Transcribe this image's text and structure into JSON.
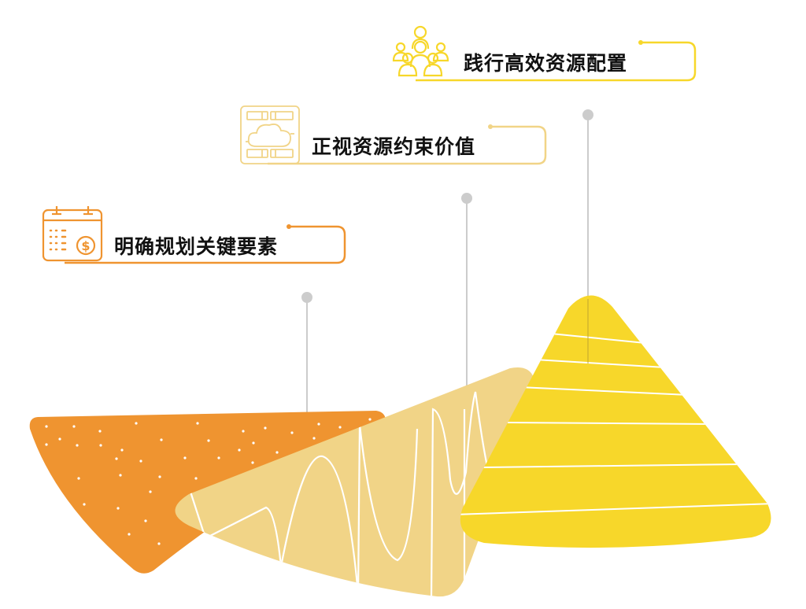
{
  "diagram": {
    "type": "three-step resource planning infographic",
    "colors": {
      "orange": "#EF9430",
      "light_yellow": "#F1D487",
      "yellow": "#F7D72A",
      "connector_gray": "#CCCCCC",
      "text": "#111111"
    },
    "steps": [
      {
        "index": 1,
        "label": "明确规划关键要素",
        "icon": "calendar-dollar-icon",
        "color": "#EF9430",
        "shape": "orange dotted triangle"
      },
      {
        "index": 2,
        "label": "正视资源约束价值",
        "icon": "cloud-server-icon",
        "color": "#F1D487",
        "shape": "light yellow wave triangle"
      },
      {
        "index": 3,
        "label": "践行高效资源配置",
        "icon": "team-people-icon",
        "color": "#F7D72A",
        "shape": "yellow striped pyramid"
      }
    ]
  }
}
